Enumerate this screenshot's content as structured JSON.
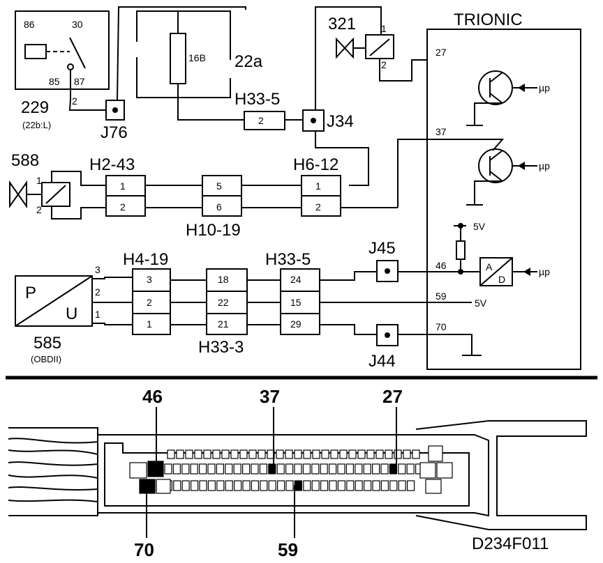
{
  "components": {
    "relay_229": {
      "label": "229",
      "sublabel": "(22b:L)",
      "pins": [
        "86",
        "30",
        "85",
        "87",
        "2"
      ]
    },
    "fuse": {
      "value": "16B",
      "label": "22a"
    },
    "valve_321": {
      "label": "321",
      "pins": [
        "1",
        "2"
      ]
    },
    "ecu": {
      "label": "TRIONIC",
      "pins": [
        "27",
        "37",
        "46",
        "59",
        "70"
      ],
      "up_labels": [
        "µp",
        "µp",
        "µp"
      ],
      "supply": [
        "5V",
        "5V"
      ],
      "ad": [
        "A",
        "D"
      ]
    },
    "valve_588": {
      "label": "588",
      "pins": [
        "1",
        "2"
      ]
    },
    "sensor_585": {
      "label": "585",
      "sublabel": "(OBDII)",
      "p": "P",
      "u": "U",
      "pins": [
        "3",
        "2",
        "1"
      ]
    }
  },
  "junctions": {
    "j76": "J76",
    "j34": "J34",
    "j45": "J45",
    "j44": "J44"
  },
  "connectors": {
    "h33_5_top": {
      "label": "H33-5",
      "pins": [
        "2"
      ]
    },
    "h2_43": {
      "label": "H2-43",
      "pins": [
        "1",
        "2"
      ]
    },
    "h10_19": {
      "label": "H10-19",
      "pins": [
        "5",
        "6"
      ]
    },
    "h6_12": {
      "label": "H6-12",
      "pins": [
        "1",
        "2"
      ]
    },
    "h4_19": {
      "label": "H4-19",
      "pins": [
        "3",
        "2",
        "1"
      ]
    },
    "h33_3": {
      "label": "H33-3",
      "pins": [
        "18",
        "22",
        "21"
      ]
    },
    "h33_5_bottom": {
      "label": "H33-5",
      "pins": [
        "24",
        "15",
        "29"
      ]
    }
  },
  "connector_view": {
    "callouts_top": [
      "46",
      "37",
      "27"
    ],
    "callouts_bottom": [
      "70",
      "59"
    ],
    "code": "D234F011"
  }
}
